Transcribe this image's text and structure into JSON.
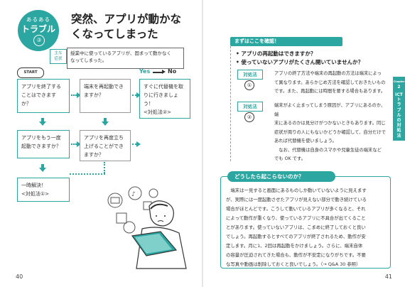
{
  "left": {
    "badge": {
      "line1": "あるある",
      "line2": "トラブル",
      "num": "③"
    },
    "title_lines": [
      "突然、アプリが動かな",
      "くなってしまった"
    ],
    "situation": {
      "tag_line1": "主な",
      "tag_line2": "症状",
      "text_line1": "授業中に使っているアプリが、固まって動かなく",
      "text_line2": "なってしまった。"
    },
    "start": "START",
    "yes": "Yes",
    "no": "No",
    "flow": {
      "b1": [
        "アプリを終了する",
        "ことはできます",
        "か？"
      ],
      "b2": [
        "端末を再起動でき",
        "ますか？"
      ],
      "b3": [
        "すぐに代替機を取",
        "りに行きましょ",
        "う！",
        "<対処法②>"
      ],
      "b4": [
        "アプリをもう一度",
        "起動できますか？"
      ],
      "b5": [
        "アプリを再度立ち",
        "上げることができ",
        "ますか？"
      ],
      "b6": [
        "一時解決！",
        "<対処法①>"
      ]
    },
    "page_number": "40"
  },
  "right": {
    "confirm_head": "まずはここを確認！",
    "questions": [
      "• アプリの再起動はできますか？",
      "• 使っていないアプリがたくさん開いていませんか？"
    ],
    "measure1": {
      "label": "対処法",
      "num": "①",
      "lines": [
        "アプリの終了方法や端末の再起動の方法は端末によっ",
        "て異なります。あらかじめ方法を確認しておきたいもの",
        "です。また、再起動には時間を要する場合もあります。"
      ]
    },
    "measure2": {
      "label": "対処法",
      "num": "②",
      "lines": [
        "端末がよく止まってしまう原因が、アプリにあるのか、端",
        "末にあるのかは見分けがつかないときもあります。同じ",
        "症状が周りの人にもないかどうか確認して、自分だけで",
        "あれば代替機を使いましょう。",
        "　なお、代替機は自身のスマホや児童生徒の端末など",
        "でも OK です。"
      ]
    },
    "why_head": "どうしたら起こらないのか？",
    "why_lines": [
      "　端末は一見すると画面にあるものしか動いていないように見えます",
      "が、実際には一度起動させたアプリが見えない部分で動き続けている",
      "場合がほとんどです。こうして動いているアプリが多くなると、それ",
      "によって動作が重くなり、使っているアプリに不具合が出てくること",
      "とがあります。使っていないアプリは、こまめに終了しておくと良い",
      "でしょう。再起動するとすべてのアプリが終了されるため、動作が安",
      "定します。月に1、2回は再起動をかけましょう。さらに、端末自体",
      "の容量が圧迫されてきた場合も、動作が不安定になりがちです。不要",
      "な写真や動画は削除しておくと良いでしょう。（→ Q&A 30 参照）"
    ],
    "sidetab": {
      "num_line1": "Chapter",
      "num_line2": "2",
      "label": "ICTトラブルの対処法"
    },
    "page_number": "41"
  }
}
